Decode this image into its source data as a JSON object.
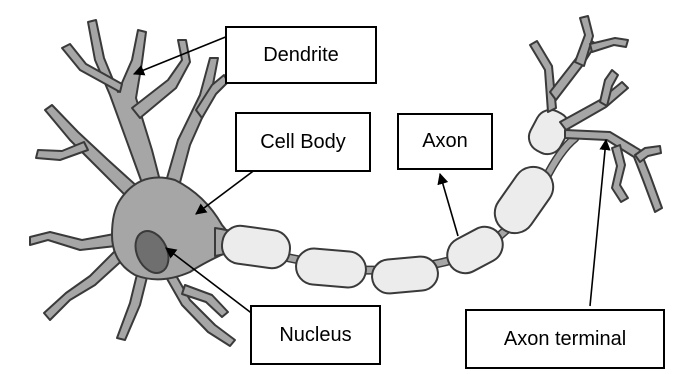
{
  "labels": {
    "dendrite": "Dendrite",
    "cell_body": "Cell Body",
    "axon": "Axon",
    "nucleus": "Nucleus",
    "axon_terminal": "Axon terminal"
  },
  "colors": {
    "neuron_fill": "#a6a6a6",
    "nucleus_fill": "#6f6f6f",
    "myelin_fill": "#ececec",
    "outline": "#3a3a3a",
    "arrow": "#000000",
    "background": "#ffffff"
  }
}
